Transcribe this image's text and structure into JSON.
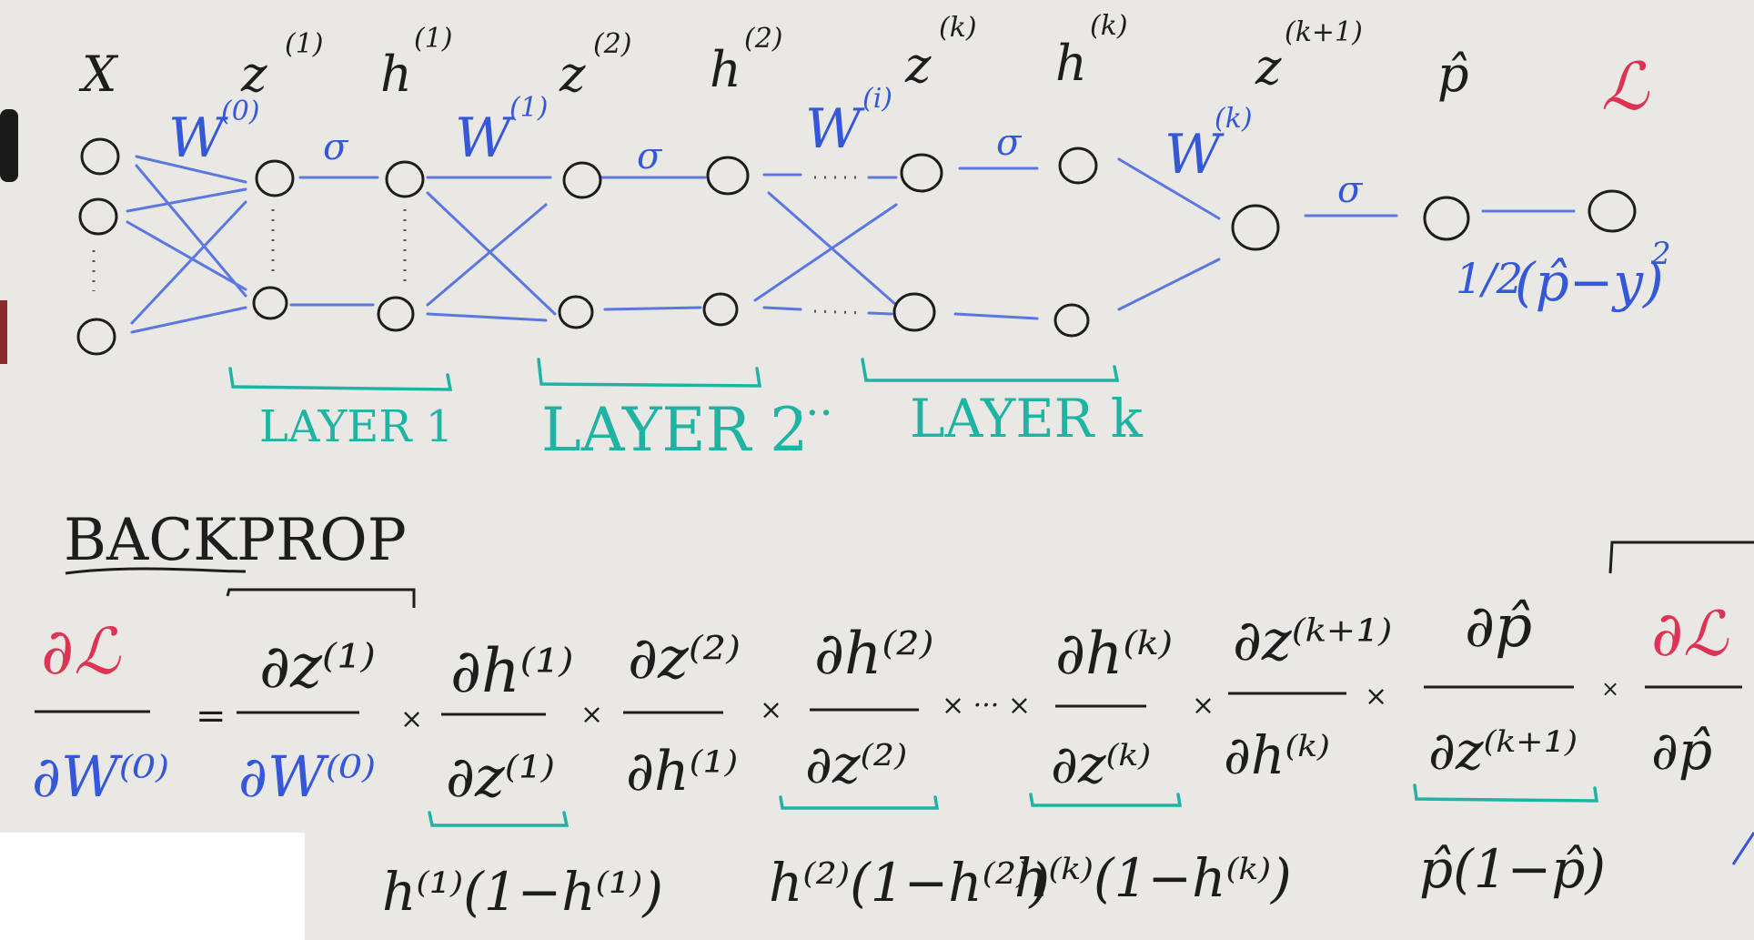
{
  "header_labels": {
    "x": "X",
    "z1": "z",
    "z1_sup": "(1)",
    "h1": "h",
    "h1_sup": "(1)",
    "z2": "z",
    "z2_sup": "(2)",
    "h2": "h",
    "h2_sup": "(2)",
    "zk": "z",
    "zk_sup": "(k)",
    "hk": "h",
    "hk_sup": "(k)",
    "zk1": "z",
    "zk1_sup": "(k+1)",
    "phat": "p̂",
    "loss": "ℒ"
  },
  "weights": {
    "w0": "W",
    "w0_sup": "(0)",
    "w1": "W",
    "w1_sup": "(1)",
    "wi": "W",
    "wi_sup": "(i)",
    "wk": "W",
    "wk_sup": "(k)"
  },
  "activations": {
    "sigma": "σ"
  },
  "loss_formula": {
    "half": "1/2",
    "body": "(p̂−y)",
    "power": "2"
  },
  "layer_labels": {
    "layer1": "LAYER 1",
    "layer2": "LAYER 2",
    "ellipsis": "···",
    "layerk": "LAYER k"
  },
  "backprop": {
    "title": "BACKPROP",
    "lhs_num": "∂ℒ",
    "lhs_den": "∂W⁽⁰⁾",
    "equals": "=",
    "times": "×",
    "ellipsis": "× ··· ×",
    "terms": [
      {
        "num": "∂z⁽¹⁾",
        "den": "∂W⁽⁰⁾"
      },
      {
        "num": "∂h⁽¹⁾",
        "den": "∂z⁽¹⁾"
      },
      {
        "num": "∂z⁽²⁾",
        "den": "∂h⁽¹⁾"
      },
      {
        "num": "∂h⁽²⁾",
        "den": "∂z⁽²⁾"
      },
      {
        "num": "∂h⁽ᵏ⁾",
        "den": "∂z⁽ᵏ⁾"
      },
      {
        "num": "∂z⁽ᵏ⁺¹⁾",
        "den": "∂h⁽ᵏ⁾"
      },
      {
        "num": "∂p̂",
        "den": "∂z⁽ᵏ⁺¹⁾"
      },
      {
        "num": "∂ℒ",
        "den": "∂p̂"
      }
    ],
    "derivatives": {
      "d1": "h⁽¹⁾(1−h⁽¹⁾)",
      "d2": "h⁽²⁾(1−h⁽²⁾)",
      "dk": "h⁽ᵏ⁾(1−h⁽ᵏ⁾)",
      "dp": "p̂(1−p̂)"
    }
  },
  "colors": {
    "black": "#1d1d1d",
    "blue": "#3558d8",
    "red": "#dd3355",
    "teal": "#1fb3a4",
    "board": "#e9e8e4"
  }
}
